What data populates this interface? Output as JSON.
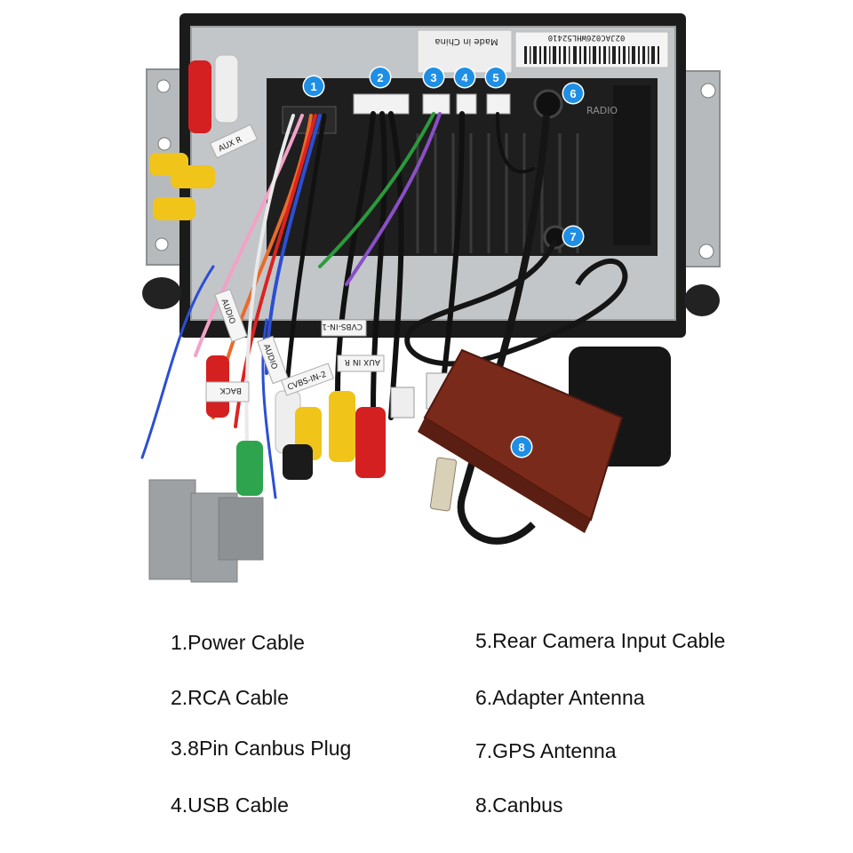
{
  "markers": [
    "1",
    "2",
    "3",
    "4",
    "5",
    "6",
    "7",
    "8"
  ],
  "device_text": {
    "made_in": "Made in China",
    "serial": "02JAC026WHL52410",
    "radio": "RADIO"
  },
  "cable_tags": [
    "AUX R",
    "AUDIO",
    "AUDIO",
    "CVBS-IN-1",
    "CVBS-IN-2",
    "AUX IN R",
    "BACK"
  ],
  "legend": [
    "1.Power Cable",
    "2.RCA Cable",
    "3.8Pin Canbus Plug",
    "4.USB Cable",
    "5.Rear Camera Input Cable",
    "6.Adapter Antenna",
    "7.GPS Antenna",
    "8.Canbus"
  ],
  "colors": {
    "badge": "#1f8fe6",
    "chassis": "#b9bcbe",
    "unit_back": "#1b1b1b",
    "canbus_box": "#7a2a1a"
  }
}
